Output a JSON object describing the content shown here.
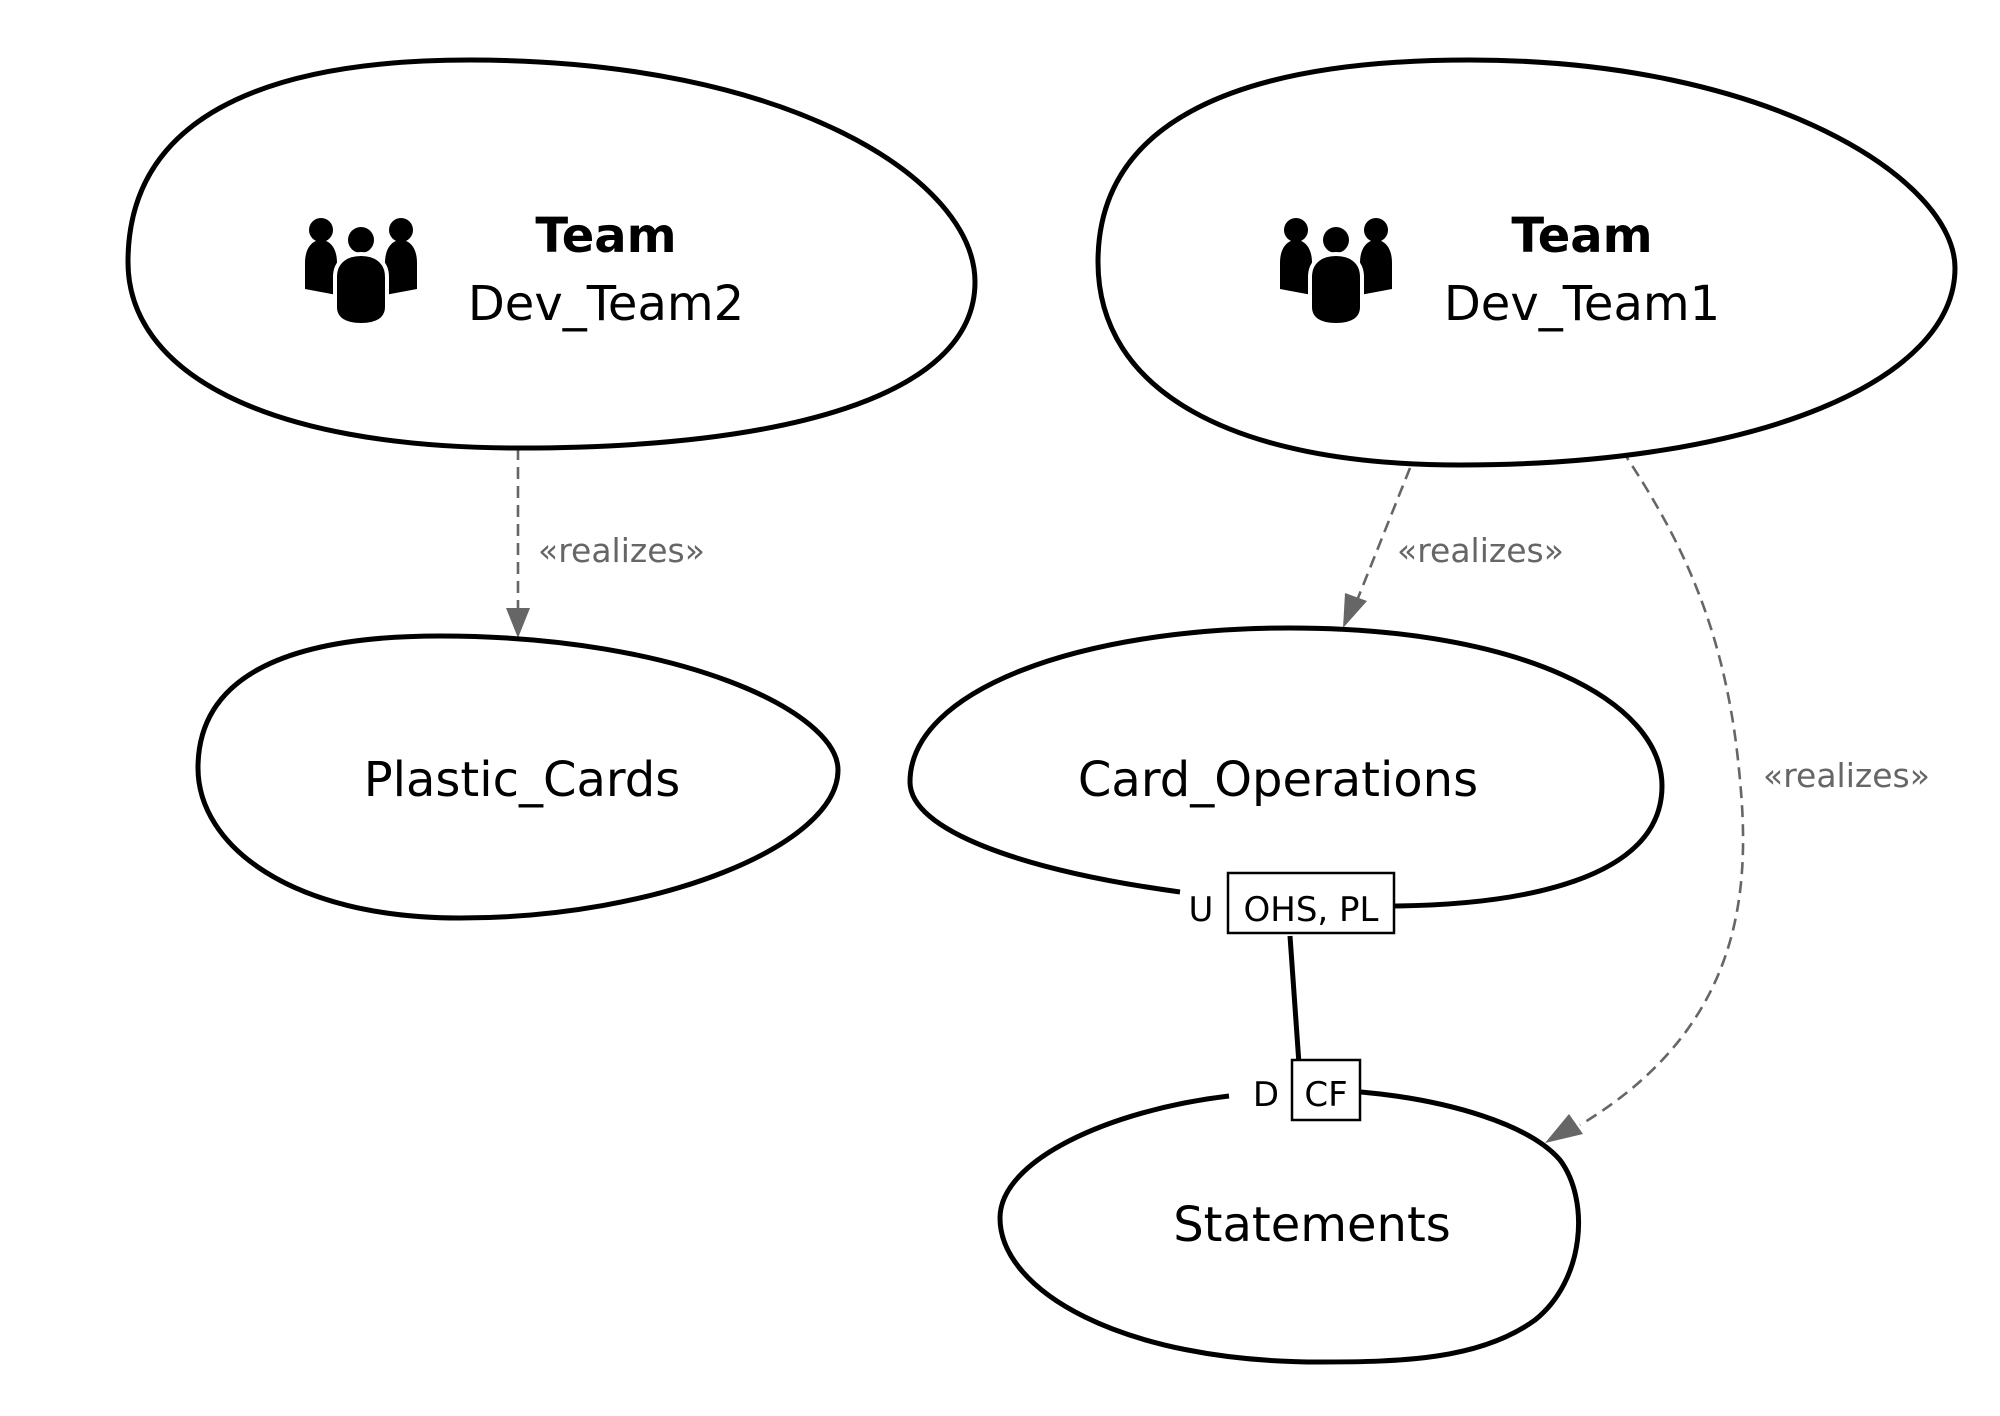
{
  "diagram": {
    "teams": [
      {
        "id": "dev_team2",
        "type_label": "Team",
        "name": "Dev_Team2"
      },
      {
        "id": "dev_team1",
        "type_label": "Team",
        "name": "Dev_Team1"
      }
    ],
    "contexts": [
      {
        "id": "plastic_cards",
        "name": "Plastic_Cards"
      },
      {
        "id": "card_operations",
        "name": "Card_Operations"
      },
      {
        "id": "statements",
        "name": "Statements"
      }
    ],
    "realizations": [
      {
        "from": "Dev_Team2",
        "to": "Plastic_Cards",
        "label": "«realizes»"
      },
      {
        "from": "Dev_Team1",
        "to": "Card_Operations",
        "label": "«realizes»"
      },
      {
        "from": "Dev_Team1",
        "to": "Statements",
        "label": "«realizes»"
      }
    ],
    "relationship": {
      "upstream": "Card_Operations",
      "downstream": "Statements",
      "upstream_role": "U",
      "upstream_patterns": "OHS, PL",
      "downstream_role": "D",
      "downstream_patterns": "CF"
    },
    "colors": {
      "node_stroke": "#000000",
      "edge_dashed": "#666666",
      "background": "#ffffff"
    },
    "icons": [
      "team-icon"
    ]
  }
}
